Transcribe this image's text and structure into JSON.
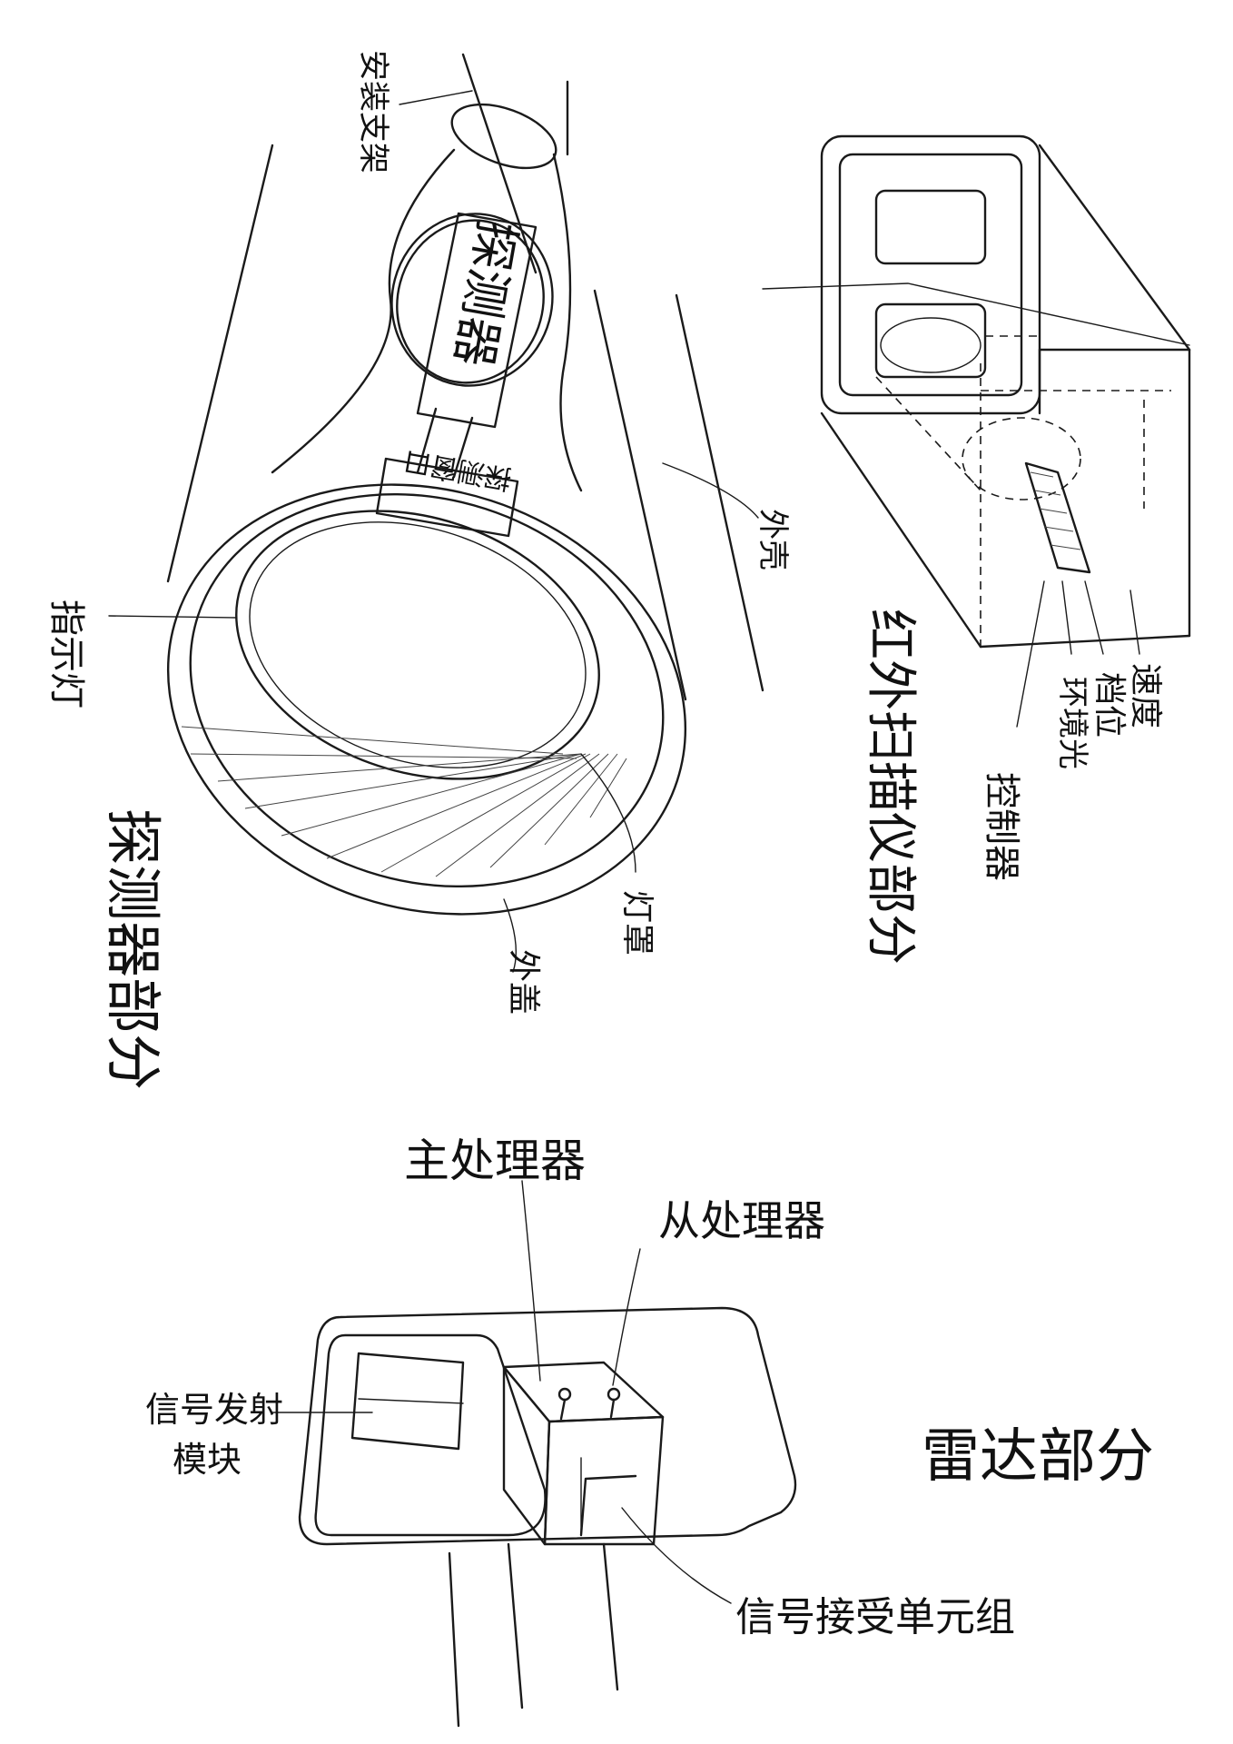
{
  "ink_color": "#1a1a1a",
  "paper_color": "#ffffff",
  "detector": {
    "section_title": "探测器部分",
    "mounting_bracket": "安装支架",
    "detector_body": "探测器",
    "window_plate": "探测窗口",
    "outer_shell": "外壳",
    "indicator_light": "指示灯",
    "lamp_cover": "灯罩",
    "outer_cap": "外盖"
  },
  "infrared": {
    "section_title": "红外扫描仪部分",
    "labels": [
      "速度",
      "档位",
      "环境光",
      "控制器"
    ]
  },
  "radar": {
    "section_title": "雷达部分",
    "main_processor": "主处理器",
    "slave_processor": "从处理器",
    "transmitter_line1": "信号发射",
    "transmitter_line2": "模块",
    "receiver_group": "信号接受单元组"
  }
}
